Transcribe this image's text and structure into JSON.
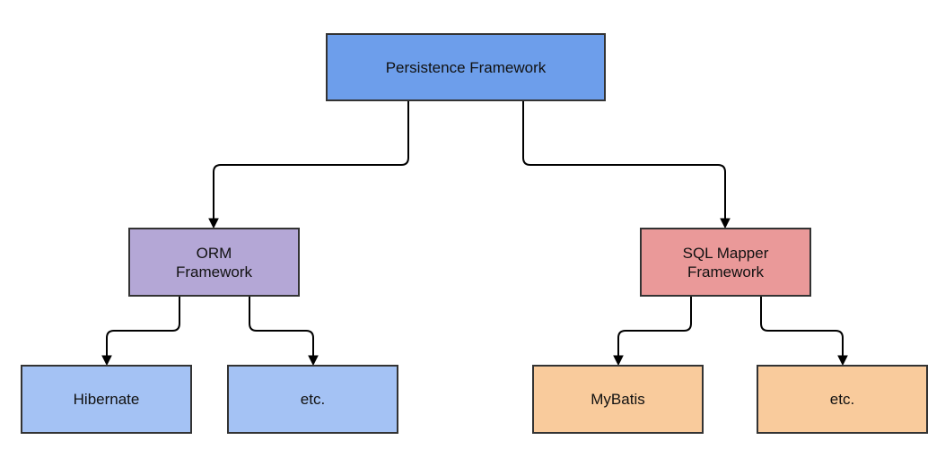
{
  "diagram": {
    "nodes": {
      "root": {
        "label": "Persistence Framework",
        "color": "#6d9eeb"
      },
      "orm": {
        "label": "ORM\nFramework",
        "color": "#b4a7d6"
      },
      "sql": {
        "label": "SQL Mapper\nFramework",
        "color": "#ea9999"
      },
      "hibernate": {
        "label": "Hibernate",
        "color": "#a4c2f4"
      },
      "orm_etc": {
        "label": "etc.",
        "color": "#a4c2f4"
      },
      "mybatis": {
        "label": "MyBatis",
        "color": "#f9cb9c"
      },
      "sql_etc": {
        "label": "etc.",
        "color": "#f9cb9c"
      }
    },
    "edges": [
      {
        "from": "root",
        "to": "orm"
      },
      {
        "from": "root",
        "to": "sql"
      },
      {
        "from": "orm",
        "to": "hibernate"
      },
      {
        "from": "orm",
        "to": "orm_etc"
      },
      {
        "from": "sql",
        "to": "mybatis"
      },
      {
        "from": "sql",
        "to": "sql_etc"
      }
    ],
    "edge_color": "#000000",
    "border_color": "#333333"
  }
}
